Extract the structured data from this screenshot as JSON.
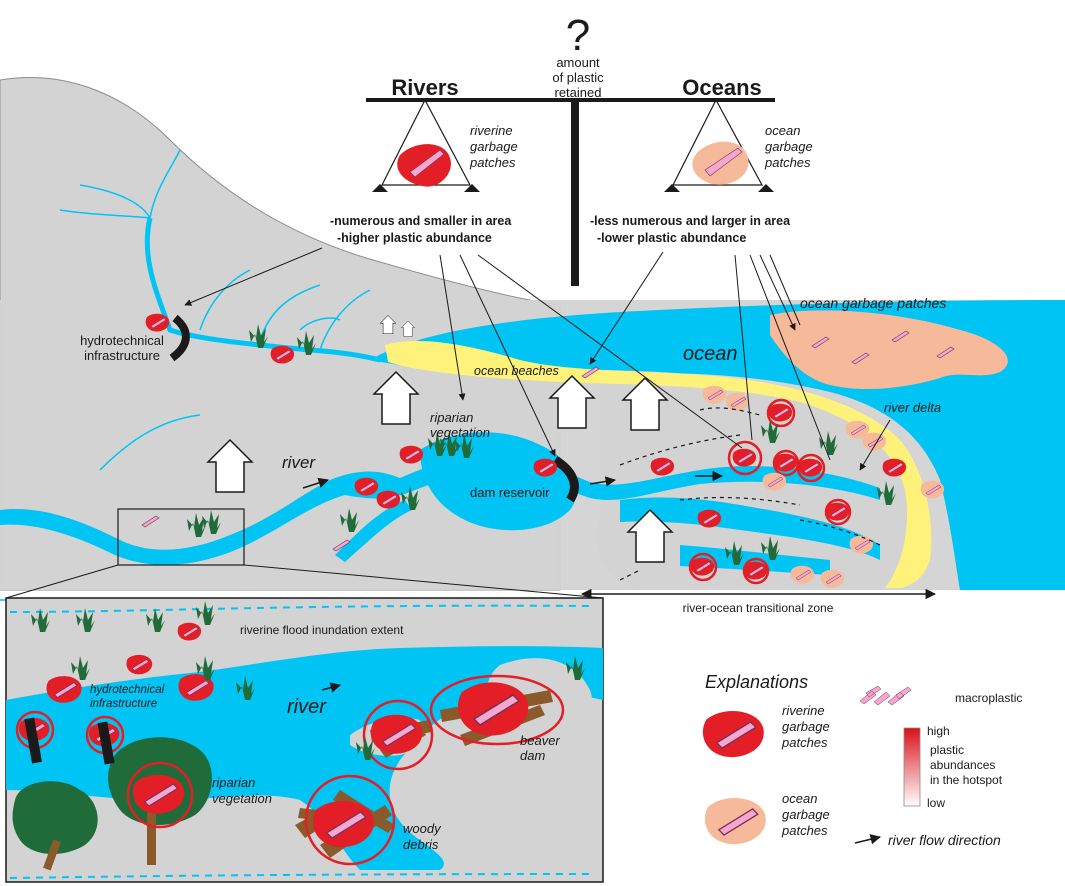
{
  "colors": {
    "land": "#d3d3d3",
    "hill": "#c9c9c9",
    "water": "#00c4f4",
    "sand": "#fff27a",
    "riverine_patch": "#e41e26",
    "ocean_patch": "#f6b99a",
    "plastic": "#f4a7cf",
    "vegetation": "#1f6b3a",
    "woody_debris": "#8a5a2b"
  },
  "balance": {
    "question_mark": "?",
    "pivot_label": "amount\nof plastic\nretained",
    "left_title": "Rivers",
    "right_title": "Oceans",
    "left_pan_label": "riverine\ngarbage\npatches",
    "right_pan_label": "ocean\ngarbage\npatches",
    "left_desc_1": "-numerous and smaller in area",
    "left_desc_2": "-higher plastic abundance",
    "right_desc_1": "-less numerous and larger in area",
    "right_desc_2": "-lower plastic abundance"
  },
  "landscape": {
    "hydrotechnical_infrastructure": "hydrotechnical\ninfrastructure",
    "ocean_garbage_patches": "ocean garbage patches",
    "ocean": "ocean",
    "ocean_beaches": "ocean beaches",
    "riparian_vegetation": "riparian\nvegetation",
    "river_delta": "river delta",
    "river": "river",
    "dam_reservoir": "dam reservoir",
    "transitional_zone": "river-ocean transitional zone"
  },
  "inset": {
    "flood_extent": "riverine flood inundation extent",
    "hydrotechnical_infrastructure": "hydrotechnical\ninfrastructure",
    "river": "river",
    "beaver_dam": "beaver\ndam",
    "riparian_vegetation": "riparian\nvegetation",
    "woody_debris": "woody\ndebris"
  },
  "legend": {
    "title": "Explanations",
    "macroplastic": "macroplastic",
    "riverine_patches": "riverine\ngarbage\npatches",
    "ocean_patches": "ocean\ngarbage\npatches",
    "scale_high": "high",
    "scale_low": "low",
    "plastic_abundances": "plastic\nabundances\nin the hotspot",
    "flow_direction": "river flow direction"
  }
}
